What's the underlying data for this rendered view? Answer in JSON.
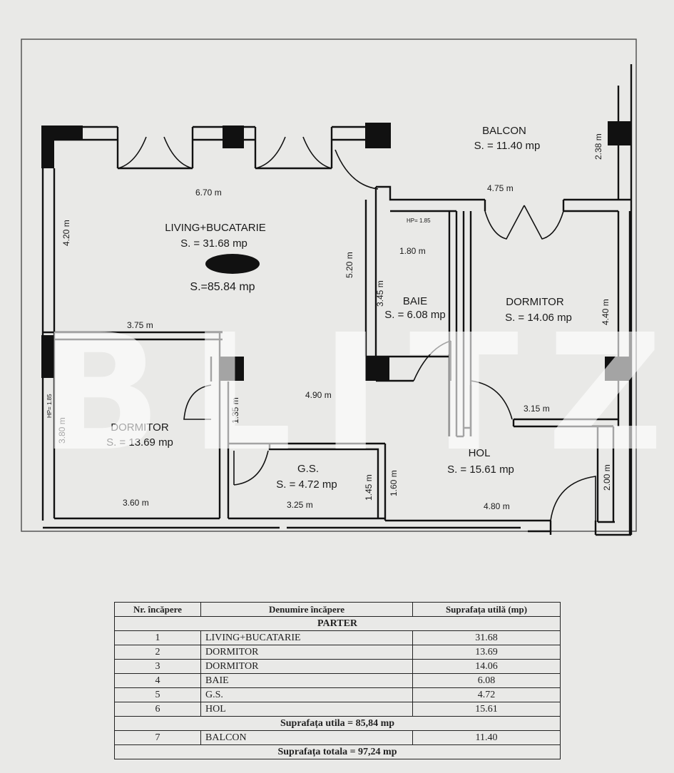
{
  "rooms": {
    "balcon": {
      "name": "BALCON",
      "area": "S. = 11.40 mp"
    },
    "living": {
      "name": "LIVING+BUCATARIE",
      "area": "S. = 31.68 mp",
      "total": "S.=85.84 mp"
    },
    "baie": {
      "name": "BAIE",
      "area": "S. = 6.08 mp"
    },
    "dormitor_right": {
      "name": "DORMITOR",
      "area": "S. = 14.06 mp"
    },
    "dormitor_left": {
      "name": "DORMITOR",
      "area": "S. = 13.69 mp"
    },
    "gs": {
      "name": "G.S.",
      "area": "S. = 4.72 mp"
    },
    "hol": {
      "name": "HOL",
      "area": "S. = 15.61 mp"
    }
  },
  "dims": {
    "d670": "6.70 m",
    "d475": "4.75 m",
    "d238": "2.38 m",
    "d420": "4.20 m",
    "d520": "5.20 m",
    "d180": "1.80 m",
    "d345": "3.45 m",
    "hp185": "HP= 1.85",
    "d440": "4.40 m",
    "d375": "3.75 m",
    "d490": "4.90 m",
    "d135": "1.35 m",
    "d315": "3.15 m",
    "hp_left": "HP= 1.85",
    "d380": "3.80 m",
    "d145": "1.45 m",
    "d160": "1.60 m",
    "d200": "2.00 m",
    "d360": "3.60 m",
    "d325": "3.25 m",
    "d480": "4.80 m"
  },
  "watermark": "BLITZ",
  "table": {
    "headers": [
      "Nr. încăpere",
      "Denumire încăpere",
      "Suprafața utilă (mp)"
    ],
    "section": "PARTER",
    "rows": [
      {
        "nr": "1",
        "name": "LIVING+BUCATARIE",
        "area": "31.68"
      },
      {
        "nr": "2",
        "name": "DORMITOR",
        "area": "13.69"
      },
      {
        "nr": "3",
        "name": "DORMITOR",
        "area": "14.06"
      },
      {
        "nr": "4",
        "name": "BAIE",
        "area": "6.08"
      },
      {
        "nr": "5",
        "name": "G.S.",
        "area": "4.72"
      },
      {
        "nr": "6",
        "name": "HOL",
        "area": "15.61"
      }
    ],
    "useful_total": "Suprafața utila = 85,84 mp",
    "balcony_row": {
      "nr": "7",
      "name": "BALCON",
      "area": "11.40"
    },
    "grand_total": "Suprafața totala = 97,24 mp"
  }
}
